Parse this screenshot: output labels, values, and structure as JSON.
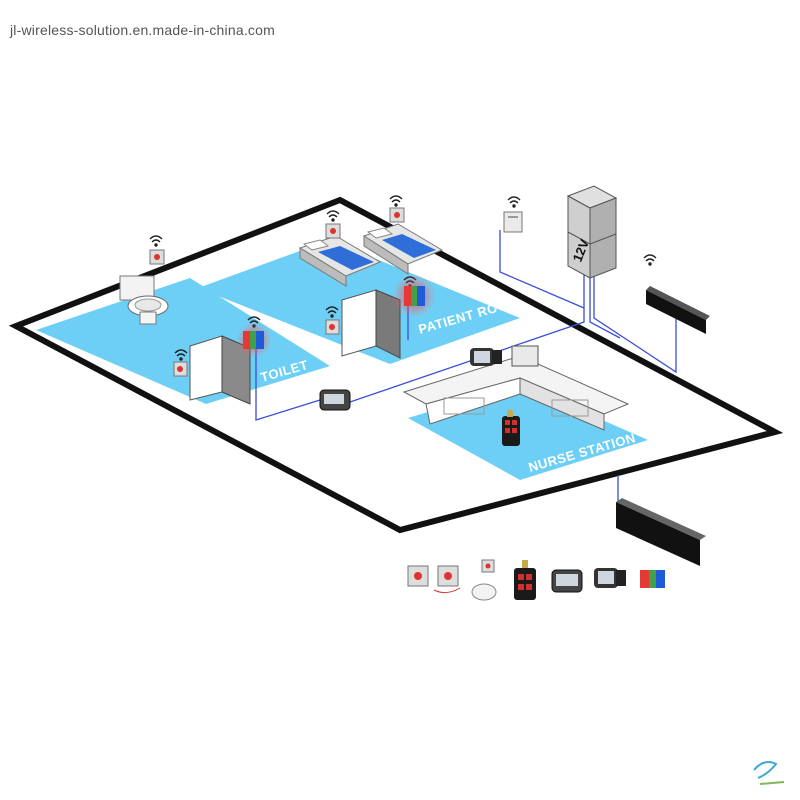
{
  "watermark": "jl-wireless-solution.en.made-in-china.com",
  "rooms": {
    "toilet": "TOILET",
    "patient_room": "PATIENT ROOM",
    "nurse_station": "NURSE STATION"
  },
  "power_supply_label": "12V",
  "icons": [
    "wifi-icon",
    "call-button-icon",
    "dome-light-icon",
    "display-board-icon",
    "pager-icon",
    "watch-icon",
    "wireless-receiver-icon",
    "toilet-icon",
    "bed-icon",
    "power-supply-icon"
  ],
  "colors": {
    "floor_blue": "#6ecff6",
    "wire_blue": "#3a4fd6",
    "alert_red": "#ff3b3b",
    "floor_border": "#111111"
  }
}
